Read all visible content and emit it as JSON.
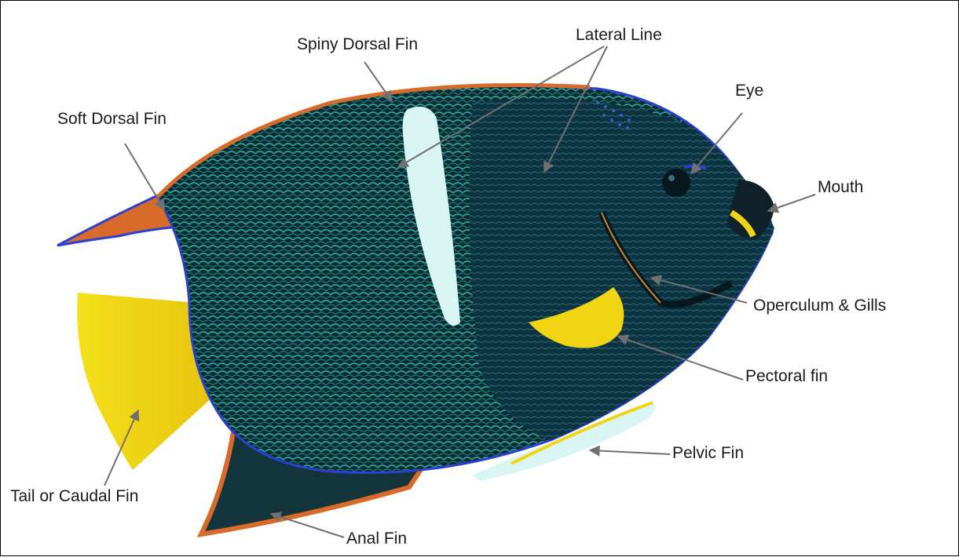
{
  "diagram": {
    "subject": "angelfish",
    "colors": {
      "body": "#0c2f3a",
      "body_dark": "#06171d",
      "scale_highlight": "#2fa69a",
      "fin_yellow": "#f1d514",
      "fin_orange": "#d86a2a",
      "edge_blue": "#2c3fd0",
      "white_band": "#d9f6f4",
      "leader_line": "#707070"
    },
    "labels": [
      {
        "id": "spiny-dorsal-fin",
        "text": "Spiny Dorsal Fin"
      },
      {
        "id": "lateral-line",
        "text": "Lateral Line"
      },
      {
        "id": "eye",
        "text": "Eye"
      },
      {
        "id": "soft-dorsal-fin",
        "text": "Soft Dorsal Fin"
      },
      {
        "id": "mouth",
        "text": "Mouth"
      },
      {
        "id": "operculum-gills",
        "text": "Operculum & Gills"
      },
      {
        "id": "pectoral-fin",
        "text": "Pectoral fin"
      },
      {
        "id": "pelvic-fin",
        "text": "Pelvic Fin"
      },
      {
        "id": "tail-caudal-fin",
        "text": "Tail or Caudal Fin"
      },
      {
        "id": "anal-fin",
        "text": "Anal Fin"
      }
    ]
  }
}
